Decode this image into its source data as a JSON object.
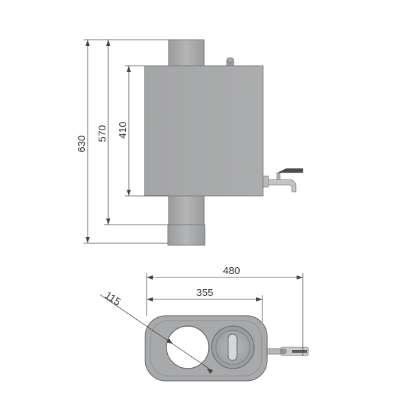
{
  "dimensions": {
    "total_height": "630",
    "height_to_tank_bottom": "570",
    "tank_height": "410",
    "total_width": "480",
    "width_to_tank_edge": "355",
    "pipe_diameter": "115"
  },
  "colors": {
    "tank_fill": "#a9aaab",
    "pipe_fill": "#a6a7a8",
    "outline": "#7a7b7c",
    "dim_line": "#444444",
    "background": "#ffffff"
  }
}
